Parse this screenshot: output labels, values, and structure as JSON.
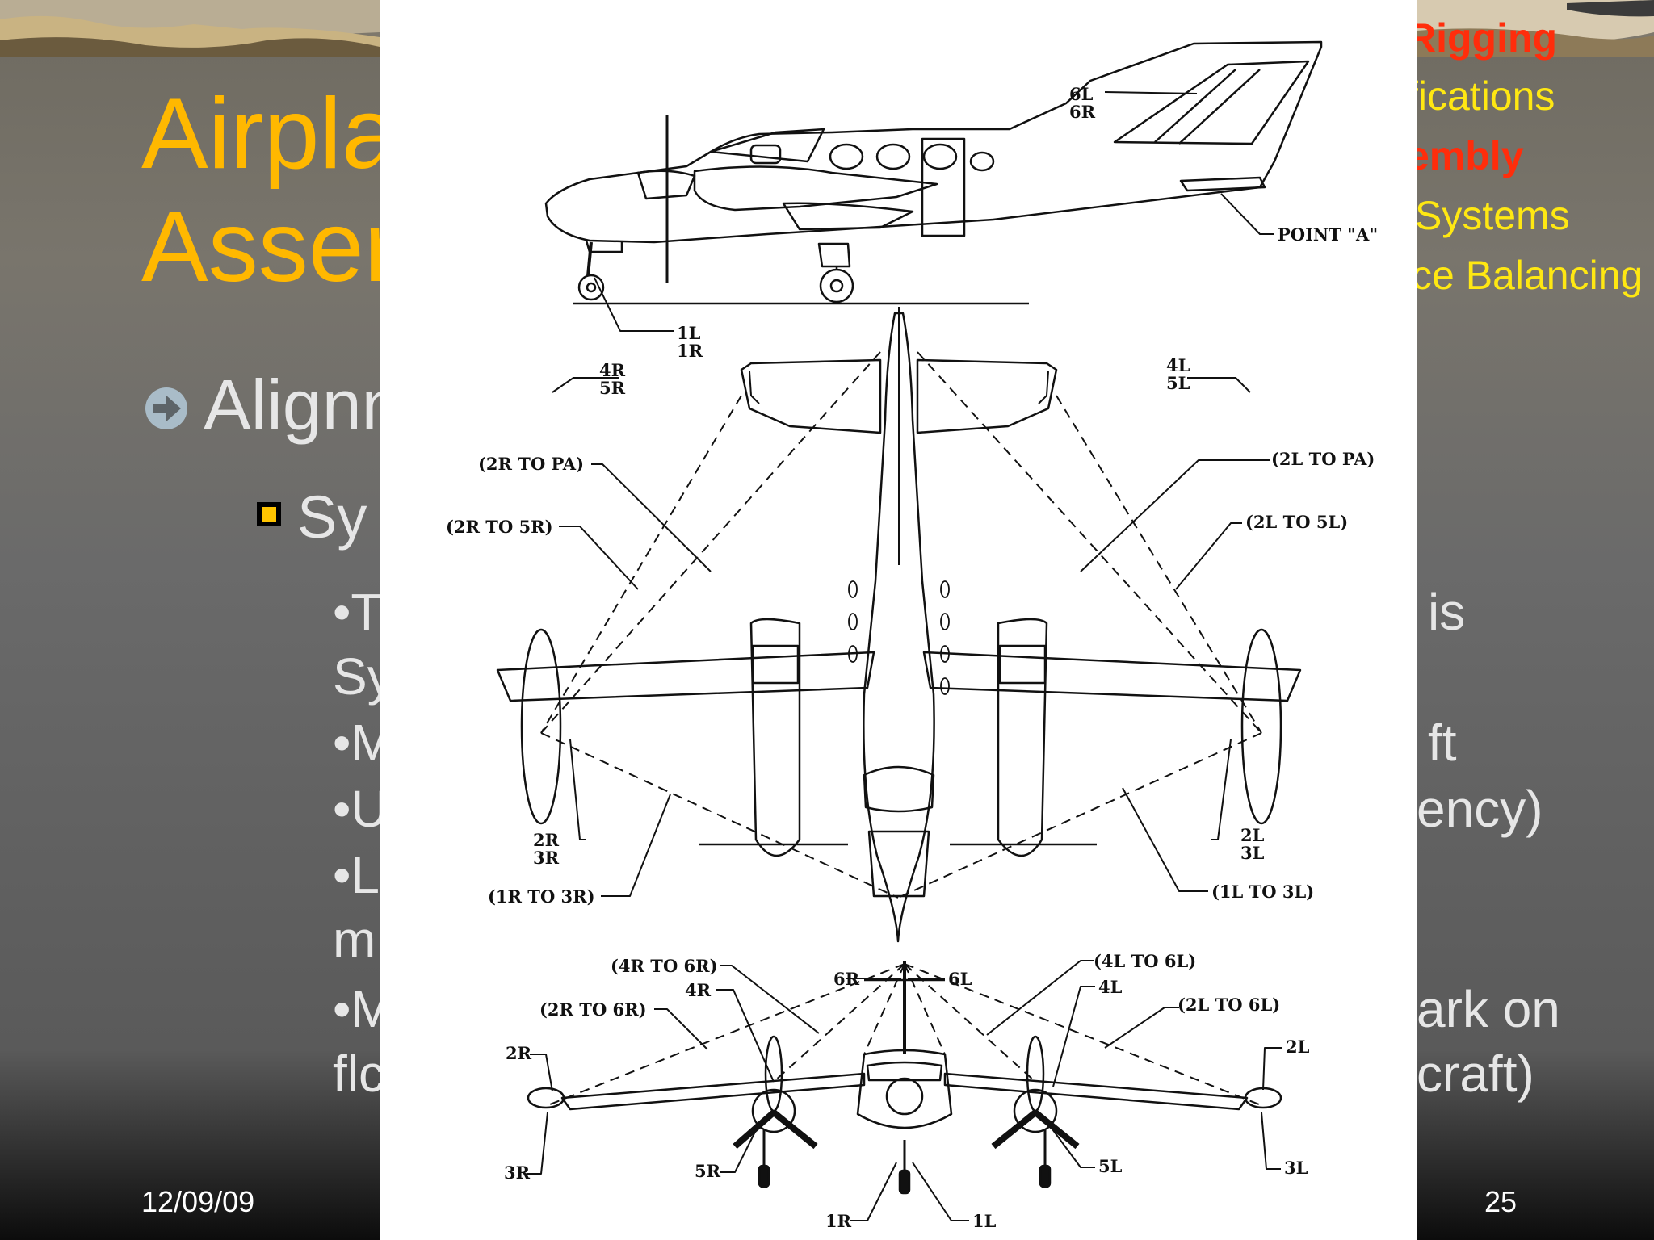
{
  "slide": {
    "title_line1": "Airpla",
    "title_line2": "Asser",
    "menu": [
      {
        "label": "Rigging",
        "color": "#ff2d0b"
      },
      {
        "label": "fications",
        "color": "#ffe812"
      },
      {
        "label": "embly",
        "color": "#ff2d0b"
      },
      {
        "label": "Systems",
        "color": "#ffe812"
      },
      {
        "label": "ce Balancing",
        "color": "#ffe812"
      }
    ],
    "bullet_1": "Alignn",
    "bullet_2": "Sy",
    "sub_lines": [
      "•T",
      "Sy",
      "•M",
      "•U",
      "•L",
      "m",
      "•M",
      "flc"
    ],
    "right_fragments": [
      "is",
      "ft",
      "ency)",
      "ark on",
      "craft)"
    ],
    "footer_date": "12/09/09",
    "page_number": "25"
  },
  "diagram": {
    "side_view": {
      "labels": [
        "6L",
        "6R",
        "POINT \"A\"",
        "1L",
        "1R"
      ]
    },
    "top_view": {
      "labels": [
        "4R",
        "5R",
        "4L",
        "5L",
        "(2R TO PA)",
        "(2L TO PA)",
        "(2R TO 5R)",
        "(2L TO 5L)",
        "2R",
        "3R",
        "2L",
        "3L",
        "(1R TO 3R)",
        "(1L TO 3L)"
      ]
    },
    "front_view": {
      "labels": [
        "(4R TO 6R)",
        "(4L TO 6L)",
        "4R",
        "4L",
        "6R",
        "6L",
        "(2R TO 6R)",
        "(2L TO 6L)",
        "2R",
        "2L",
        "3R",
        "3L",
        "5R",
        "5L",
        "1R",
        "1L"
      ]
    }
  }
}
